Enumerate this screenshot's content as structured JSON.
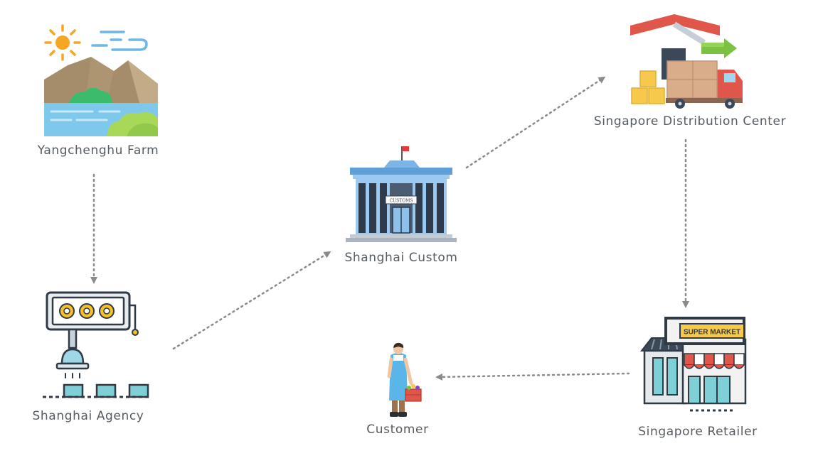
{
  "nodes": {
    "farm": {
      "label": "Yangchenghu Farm"
    },
    "agency": {
      "label": "Shanghai Agency"
    },
    "custom": {
      "label": "Shanghai Custom",
      "sign": "CUSTOMS"
    },
    "distribution": {
      "label": "Singapore Distribution Center"
    },
    "retailer": {
      "label": "Singapore Retailer",
      "sign": "SUPER MARKET"
    },
    "customer": {
      "label": "Customer"
    }
  },
  "edges": [
    {
      "from": "farm",
      "to": "agency"
    },
    {
      "from": "agency",
      "to": "custom"
    },
    {
      "from": "custom",
      "to": "distribution"
    },
    {
      "from": "distribution",
      "to": "retailer"
    },
    {
      "from": "retailer",
      "to": "customer"
    }
  ],
  "colors": {
    "arrow": "#8a8a8a",
    "label": "#555b60",
    "sun": "#f5a623",
    "water": "#7ec8ec",
    "mountain": "#a58d6b",
    "building": "#9cc9ef",
    "roof": "#e05a4a",
    "box": "#d9ac8a",
    "truck": "#e0564a"
  }
}
